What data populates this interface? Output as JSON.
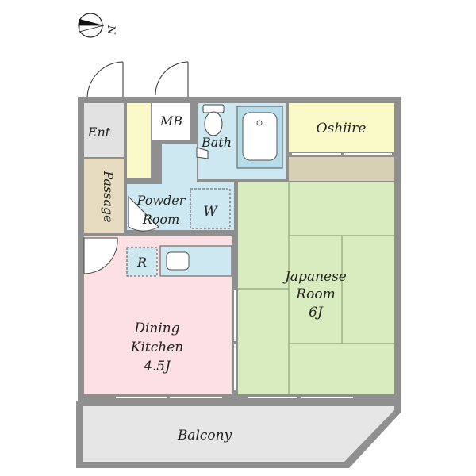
{
  "compass": {
    "label": "N",
    "icon": "north-arrow-icon"
  },
  "rooms": {
    "entrance": "Ent",
    "meter_box": "MB",
    "passage": "Passage",
    "bath": "Bath",
    "oshiire": "Oshiire",
    "powder_room": [
      "Powder",
      "Room"
    ],
    "washer": "W",
    "refrigerator": "R",
    "japanese_room": [
      "Japanese",
      "Room",
      "6J"
    ],
    "dining_kitchen": [
      "Dining",
      "Kitchen",
      "4.5J"
    ],
    "balcony": "Balcony"
  },
  "colors": {
    "wall": "#8f8f8f",
    "entrance": "#e2e2e2",
    "passage": "#e8dcc0",
    "storage": "#fafac8",
    "wet_area": "#cde8f0",
    "fixture": "#b7dde9",
    "tatami": "#d9ecc0",
    "tatami_line": "#8fa472",
    "tokonoma": "#d8d0b4",
    "kitchen": "#fde0e4",
    "balcony": "#e6e6e6"
  }
}
